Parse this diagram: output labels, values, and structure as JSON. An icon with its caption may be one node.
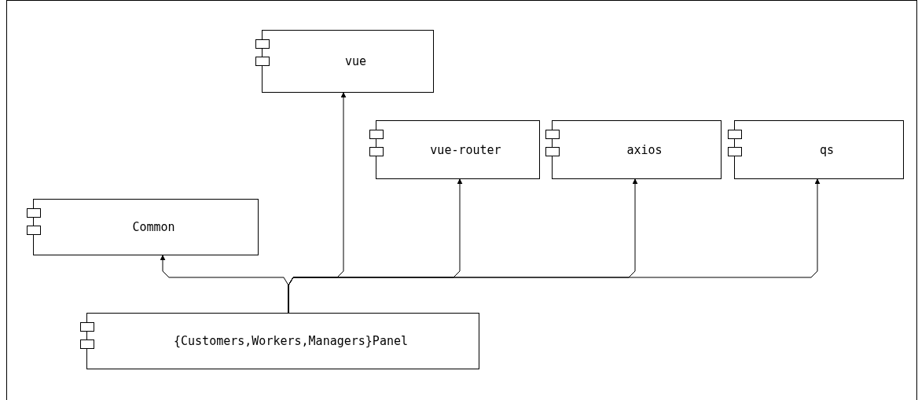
{
  "diagram": {
    "nodes": [
      {
        "text": [
          "vue"
        ]
      },
      {
        "text": [
          "vue-router"
        ]
      },
      {
        "text": [
          "axios"
        ]
      },
      {
        "text": [
          "qs"
        ]
      },
      {
        "text": [
          "Common"
        ]
      },
      {
        "text": [
          "{Customers,Workers,Managers}Panel"
        ]
      }
    ],
    "edges": [
      {
        "from": 5,
        "to": 4,
        "arrow": "to"
      },
      {
        "from": 5,
        "to": 0,
        "arrow": "to"
      },
      {
        "from": 5,
        "to": 1,
        "arrow": "to"
      },
      {
        "from": 5,
        "to": 2,
        "arrow": "to"
      },
      {
        "from": 5,
        "to": 3,
        "arrow": "to"
      }
    ]
  }
}
